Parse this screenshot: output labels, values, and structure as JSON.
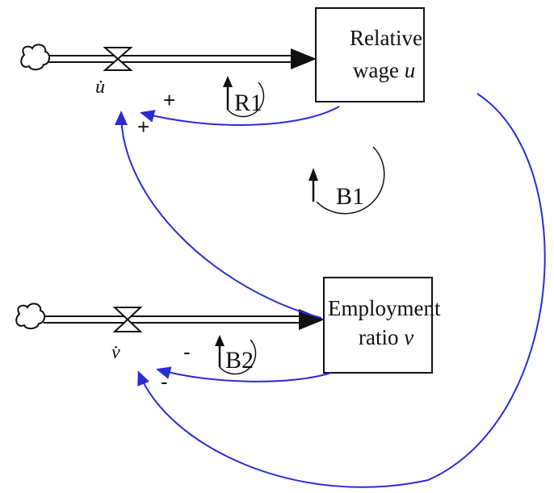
{
  "stocks": {
    "relative_wage": {
      "label_line1": "Relative",
      "label_line2_text": "wage ",
      "label_var": "u"
    },
    "employment_ratio": {
      "label_line1": "Employment",
      "label_line2_text": "ratio ",
      "label_var": "v"
    }
  },
  "rates": {
    "wage_rate": "u̇",
    "employment_rate": "v̇"
  },
  "loops": {
    "r1": "R1",
    "b1": "B1",
    "b2": "B2"
  },
  "polarities": {
    "plus_top": "+",
    "plus_bottom": "+",
    "minus_top": "-",
    "minus_bottom": "-"
  },
  "colors": {
    "link": "#2b2bd6",
    "stock_border": "#111111",
    "flow": "#111111"
  }
}
